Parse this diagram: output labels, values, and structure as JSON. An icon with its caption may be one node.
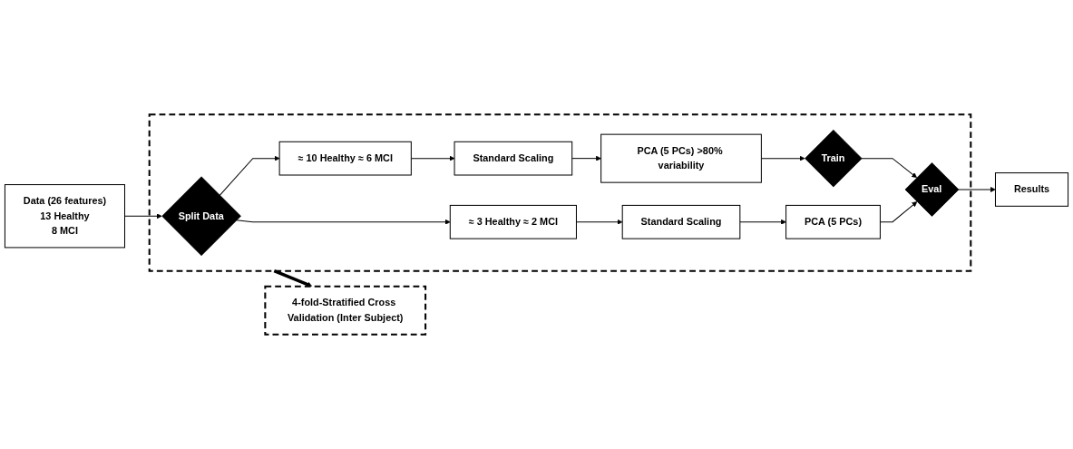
{
  "diagram": {
    "nodes": [
      {
        "text": [],
        "shape": "box"
      },
      {
        "text": [
          "Data (26 features)",
          "13 Healthy",
          "8 MCI"
        ]
      },
      {
        "text": [
          "Split Data"
        ],
        "in": 0
      },
      {
        "text": [
          "≈ 10 Healthy ≈ 6 MCI"
        ],
        "in": 0
      },
      {
        "text": [
          "Standard Scaling"
        ],
        "in": 0
      },
      {
        "text": [
          "PCA (5 PCs) >80% variability"
        ],
        "in": 0
      },
      {
        "text": [
          "Train"
        ],
        "in": 0
      },
      {
        "text": [
          "Eval"
        ],
        "in": 0
      },
      {
        "text": [
          "≈ 3 Healthy ≈ 2 MCI"
        ],
        "in": 0
      },
      {
        "text": [
          "Standard Scaling"
        ],
        "in": 0
      },
      {
        "text": [
          "PCA (5 PCs)"
        ],
        "in": 0
      },
      {
        "text": [
          "Results"
        ]
      },
      {
        "text": [
          "4-fold-Stratified Cross Validation (Inter Subject)"
        ]
      }
    ],
    "edges": [
      {
        "from": 1,
        "to": 2,
        "arrow": "to"
      },
      {
        "from": 2,
        "to": 3,
        "arrow": "to"
      },
      {
        "from": 2,
        "to": 8,
        "arrow": "to"
      },
      {
        "from": 3,
        "to": 4,
        "arrow": "to"
      },
      {
        "from": 4,
        "to": 5,
        "arrow": "to"
      },
      {
        "from": 5,
        "to": 6,
        "arrow": "to"
      },
      {
        "from": 6,
        "to": 7,
        "arrow": "to"
      },
      {
        "from": 7,
        "to": 11,
        "arrow": "to"
      },
      {
        "from": 8,
        "to": 9,
        "arrow": "to"
      },
      {
        "from": 9,
        "to": 10,
        "arrow": "to"
      },
      {
        "from": 10,
        "to": 7,
        "arrow": "to"
      },
      {
        "from": 0,
        "to": 12,
        "arrow": "to",
        "style": "thick"
      }
    ]
  }
}
